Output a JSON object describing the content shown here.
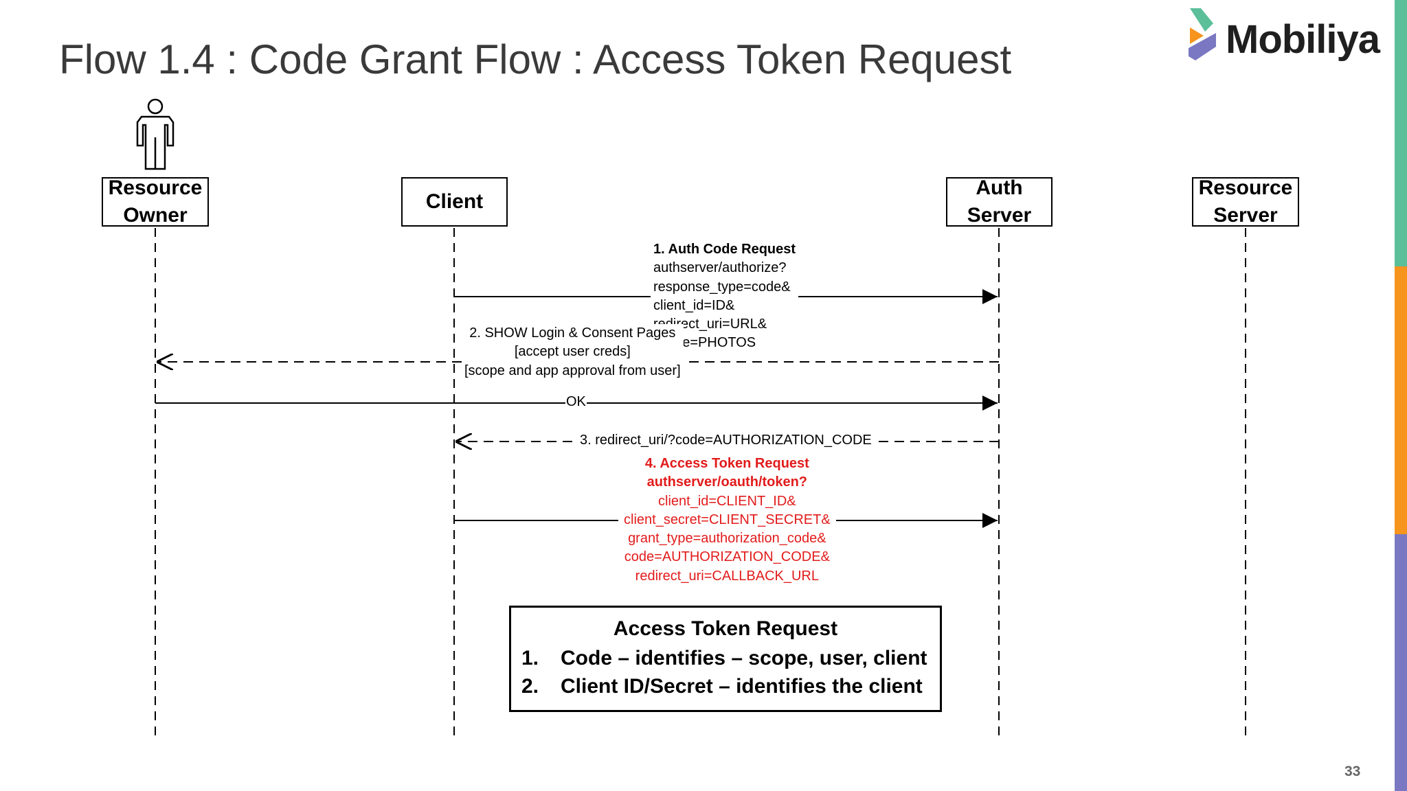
{
  "slide": {
    "title": "Flow 1.4 : Code Grant Flow : Access Token Request",
    "page_number": "33",
    "accent_colors": [
      "#5bbf9a",
      "#f7941d",
      "#7a78c2"
    ]
  },
  "logo": {
    "text": "Mobiliya"
  },
  "participants": [
    {
      "id": "owner",
      "lines": [
        "Resource",
        "Owner"
      ],
      "has_actor_icon": true
    },
    {
      "id": "client",
      "lines": [
        "Client"
      ]
    },
    {
      "id": "auth",
      "lines": [
        "Auth",
        "Server"
      ]
    },
    {
      "id": "resource",
      "lines": [
        "Resource",
        "Server"
      ]
    }
  ],
  "messages": {
    "m1": {
      "from": "client",
      "to": "auth",
      "style": "solid",
      "lines": [
        "1. Auth Code Request",
        "authserver/authorize?",
        "response_type=code&",
        "client_id=ID&",
        "redirect_uri=URL&",
        "scope=PHOTOS"
      ]
    },
    "m2": {
      "from": "auth",
      "to": "owner",
      "style": "dashed",
      "lines": [
        "2. SHOW Login & Consent Pages",
        "[accept user creds]",
        "[scope and app approval from user]"
      ]
    },
    "m_ok": {
      "from": "owner",
      "to": "auth",
      "style": "solid",
      "label": "OK"
    },
    "m3": {
      "from": "auth",
      "to": "client",
      "style": "dashed",
      "label": "3. redirect_uri/?code=AUTHORIZATION_CODE"
    },
    "m4": {
      "from": "client",
      "to": "auth",
      "style": "solid",
      "color": "#e21b1b",
      "lines": [
        "4. Access Token Request",
        "authserver/oauth/token?",
        "client_id=CLIENT_ID&",
        "client_secret=CLIENT_SECRET&",
        "grant_type=authorization_code&",
        "code=AUTHORIZATION_CODE&",
        "redirect_uri=CALLBACK_URL"
      ]
    }
  },
  "summary": {
    "title": "Access Token Request",
    "items": [
      {
        "num": "1.",
        "text": "Code – identifies – scope, user, client"
      },
      {
        "num": "2.",
        "text": "Client ID/Secret – identifies the client"
      }
    ]
  }
}
